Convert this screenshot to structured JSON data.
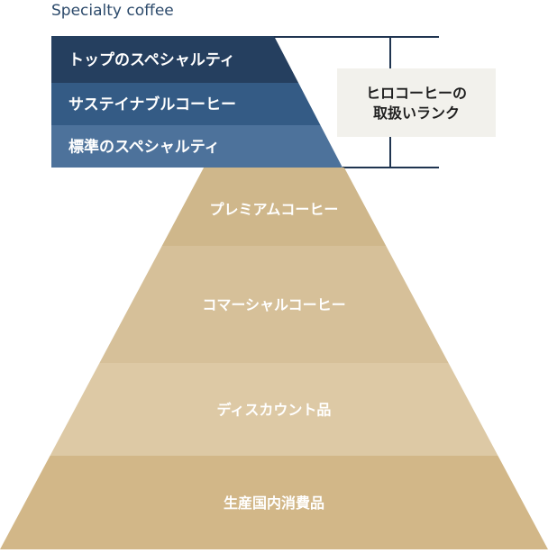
{
  "header": {
    "title": "Specialty coffee"
  },
  "specialty_tiers": [
    {
      "label": "トップのスペシャルティ",
      "color": "#253f5f"
    },
    {
      "label": "サステイナブルコーヒー",
      "color": "#345b85"
    },
    {
      "label": "標準のスペシャルティ",
      "color": "#4d729b"
    }
  ],
  "callout": {
    "line1": "ヒロコーヒーの",
    "line2": "取扱いランク",
    "background": "#f2f1ec",
    "bracket_color": "#1f3450"
  },
  "commodity_tiers": [
    {
      "label": "プレミアムコーヒー",
      "color": "#cfb78b"
    },
    {
      "label": "コマーシャルコーヒー",
      "color": "#d6c099"
    },
    {
      "label": "ディスカウント品",
      "color": "#ddc9a5"
    },
    {
      "label": "生産国内消費品",
      "color": "#d2b788"
    }
  ],
  "label_color": "#ffffff"
}
